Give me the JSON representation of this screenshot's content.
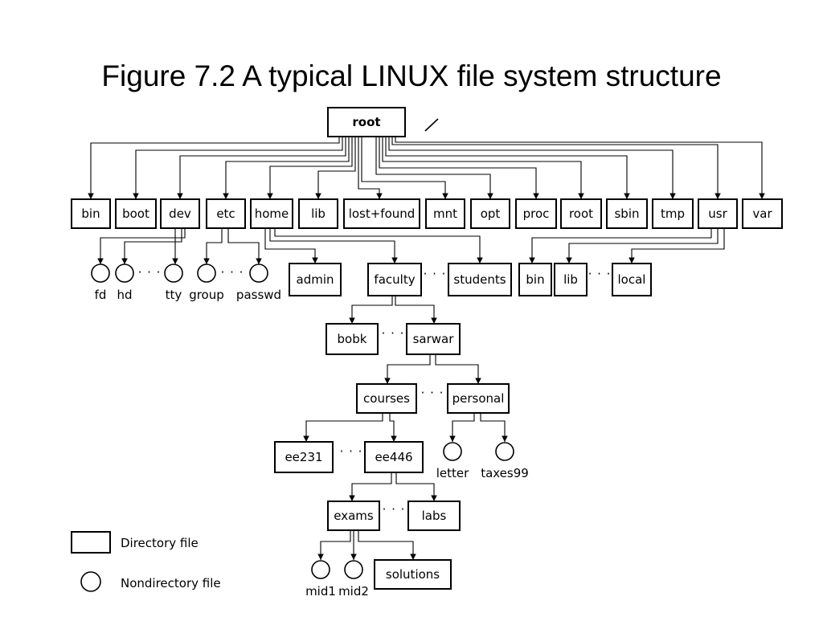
{
  "title": "Figure 7.2  A typical LINUX file system structure",
  "root_label": "root",
  "root_symbol": "/",
  "ellipsis": "· · ·",
  "directories": {
    "bin": "bin",
    "boot": "boot",
    "dev": "dev",
    "etc": "etc",
    "home": "home",
    "lib": "lib",
    "lost_found": "lost+found",
    "mnt": "mnt",
    "opt": "opt",
    "proc": "proc",
    "root2": "root",
    "sbin": "sbin",
    "tmp": "tmp",
    "usr": "usr",
    "var": "var",
    "admin": "admin",
    "faculty": "faculty",
    "students": "students",
    "usr_bin": "bin",
    "usr_lib": "lib",
    "usr_local": "local",
    "bobk": "bobk",
    "sarwar": "sarwar",
    "courses": "courses",
    "personal": "personal",
    "ee231": "ee231",
    "ee446": "ee446",
    "exams": "exams",
    "labs": "labs",
    "solutions": "solutions"
  },
  "files": {
    "fd": "fd",
    "hd": "hd",
    "tty": "tty",
    "group": "group",
    "passwd": "passwd",
    "letter": "letter",
    "taxes99": "taxes99",
    "mid1": "mid1",
    "mid2": "mid2"
  },
  "legend": {
    "directory": "Directory file",
    "nondirectory": "Nondirectory file"
  }
}
